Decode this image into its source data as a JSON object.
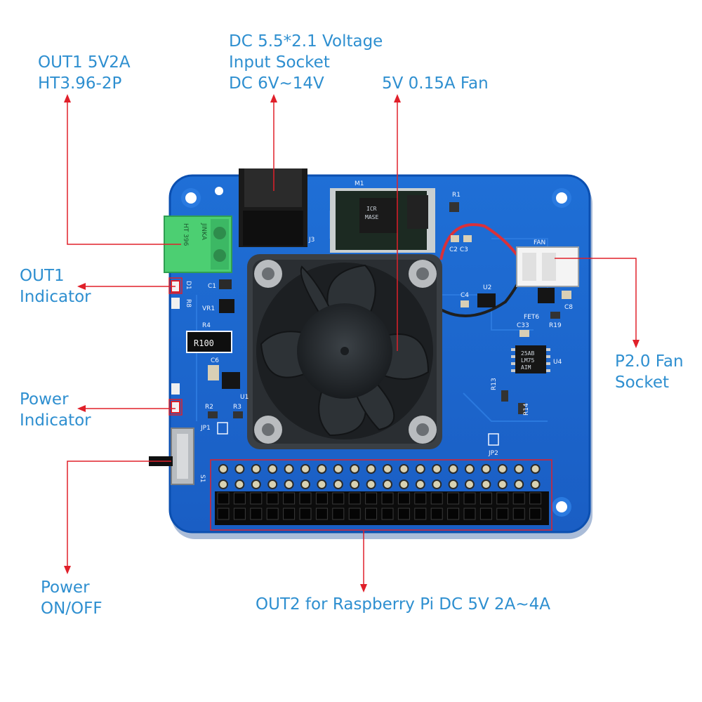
{
  "callouts": {
    "out1": {
      "line1": "OUT1 5V2A",
      "line2": "HT3.96-2P"
    },
    "dc_input": {
      "line1": "DC 5.5*2.1 Voltage",
      "line2": "Input Socket",
      "line3": "DC 6V~14V"
    },
    "fan": {
      "line1": "5V 0.15A Fan"
    },
    "out1_indicator": {
      "line1": "OUT1",
      "line2": "Indicator"
    },
    "p20_fan_socket": {
      "line1": "P2.0 Fan",
      "line2": "Socket"
    },
    "power_indicator": {
      "line1": "Power",
      "line2": "Indicator"
    },
    "power_switch": {
      "line1": "Power",
      "line2": "ON/OFF"
    },
    "out2": {
      "line1": "OUT2 for Raspberry Pi DC 5V 2A~4A"
    }
  },
  "board_labels": {
    "m1": "M1",
    "r1": "R1",
    "j3": "J3",
    "c2c3": "C2 C3",
    "fan": "FAN",
    "c1": "C1",
    "vr1": "VR1",
    "r4": "R4",
    "resistor": "R100",
    "c4": "C4",
    "u2": "U2",
    "fet6": "FET6",
    "c8": "C8",
    "r19": "R19",
    "c33": "C33",
    "u4": "U4",
    "chip_u4_line1": "25AB",
    "chip_u4_line2": "LM75",
    "chip_u4_line3": "AIM",
    "c6": "C6",
    "u1": "U1",
    "r2": "R2",
    "r3": "R3",
    "jp1": "JP1",
    "jp2": "JP2",
    "r13": "R13",
    "r14": "R14",
    "s1": "S1",
    "r8": "R8",
    "d1": "D1",
    "terminal": "HT 396",
    "terminal_brand": "JINKA",
    "module_top": "ICR",
    "module_mid": "MASE"
  },
  "colors": {
    "board": "#1b63c9",
    "board_edge": "#0b52b8",
    "callout_text": "#2e8fd0",
    "leader_line": "#e0202a",
    "terminal": "#43c46a",
    "fan_frame": "#3a3f44",
    "header": "#101010"
  }
}
